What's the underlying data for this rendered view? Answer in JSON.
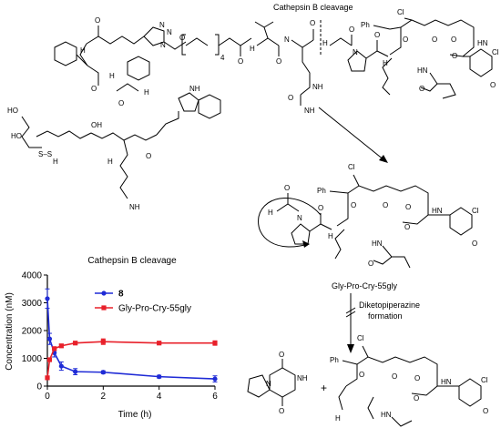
{
  "scheme": {
    "cleavage_label": "Cathepsin B cleavage",
    "intermediate_label": "Gly-Pro-Cry-55gly",
    "step_label_line1": "Diketopiperazine",
    "step_label_line2": "formation",
    "plus_sign": "+",
    "subscript_4": "4",
    "atoms": {
      "O": "O",
      "H": "H",
      "N": "N",
      "NH": "NH",
      "HN": "HN",
      "OH": "OH",
      "HO": "HO",
      "NH2": "NH",
      "H2N": "H",
      "Cl": "Cl",
      "Ph": "Ph",
      "S": "S",
      "SS": "S–S",
      "OMe": "O",
      "N_eq": "N"
    }
  },
  "chart_data": {
    "type": "line",
    "title": "Cathepsin  B cleavage",
    "xlabel": "Time (h)",
    "ylabel": "Concentration (nM)",
    "xlim": [
      0,
      6
    ],
    "ylim": [
      0,
      4000
    ],
    "xticks": [
      0,
      2,
      4,
      6
    ],
    "yticks": [
      0,
      1000,
      2000,
      3000,
      4000
    ],
    "legend_position": "top-right",
    "series": [
      {
        "name": "8",
        "color": "#1f2bd6",
        "x": [
          0,
          0.08,
          0.25,
          0.5,
          1,
          2,
          4,
          6
        ],
        "y": [
          3150,
          1700,
          1200,
          720,
          520,
          500,
          340,
          260
        ],
        "err": [
          350,
          200,
          150,
          150,
          110,
          50,
          50,
          110
        ]
      },
      {
        "name": "Gly-Pro-Cry-55gly",
        "color": "#e8202a",
        "x": [
          0,
          0.08,
          0.25,
          0.5,
          1,
          2,
          4,
          6
        ],
        "y": [
          300,
          950,
          1350,
          1450,
          1550,
          1600,
          1550,
          1550
        ],
        "err": [
          60,
          60,
          60,
          60,
          50,
          100,
          40,
          80
        ]
      }
    ]
  }
}
